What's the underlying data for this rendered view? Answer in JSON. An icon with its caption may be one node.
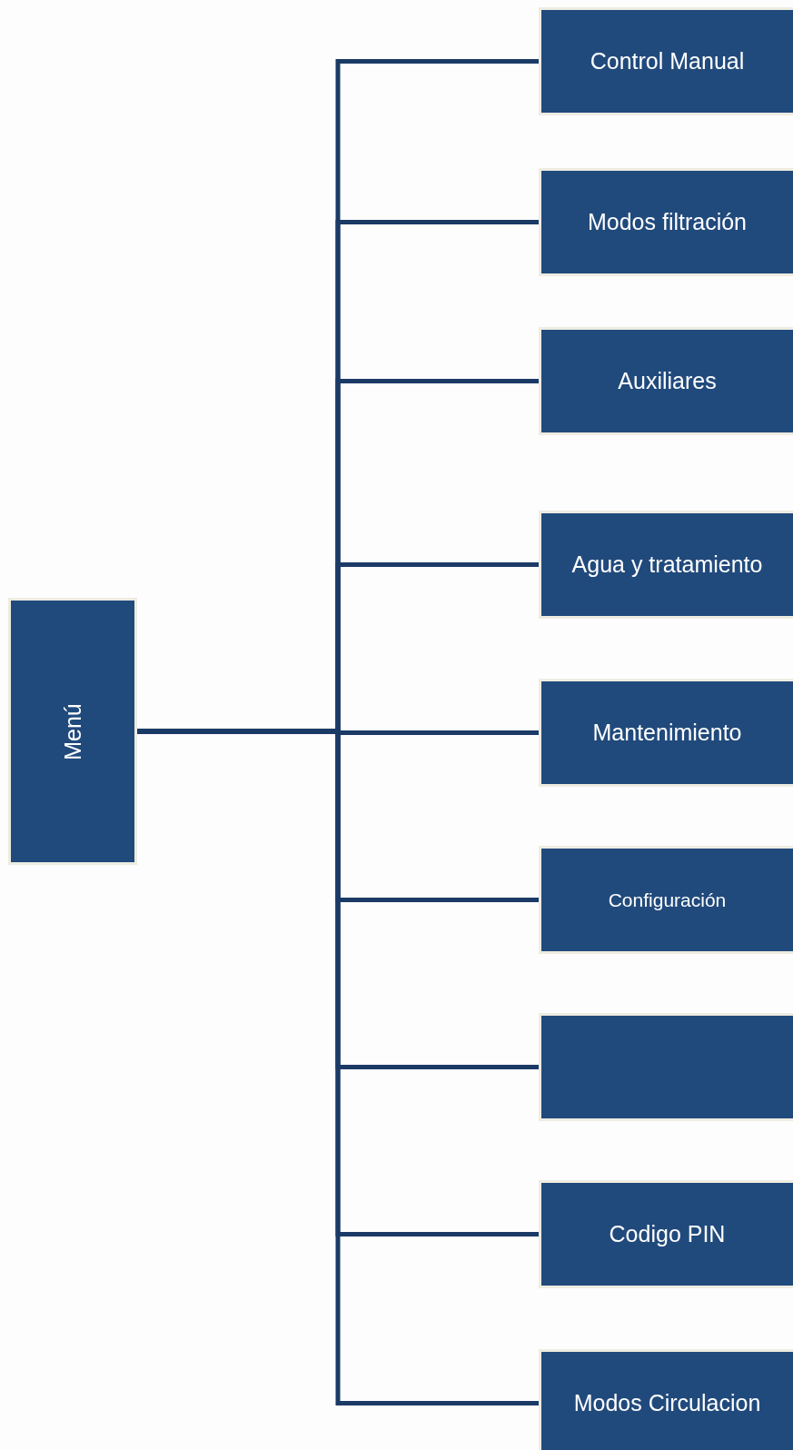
{
  "diagram": {
    "nodes": [
      {
        "text": [
          "Menú"
        ]
      },
      {
        "text": [
          "Control Manual"
        ]
      },
      {
        "text": [
          "Modos filtración"
        ]
      },
      {
        "text": [
          "Auxiliares"
        ]
      },
      {
        "text": [
          "Agua y tratamiento"
        ]
      },
      {
        "text": [
          "Mantenimiento"
        ]
      },
      {
        "text": [
          "Configuración"
        ]
      },
      {
        "text": [],
        "shape": "box"
      },
      {
        "text": [
          "Codigo PIN"
        ]
      },
      {
        "text": [
          "Modos Circulacion"
        ]
      }
    ],
    "edges": [
      {
        "from": 0,
        "to": 1,
        "arrow": "none"
      },
      {
        "from": 0,
        "to": 2,
        "arrow": "none"
      },
      {
        "from": 0,
        "to": 3,
        "arrow": "none"
      },
      {
        "from": 0,
        "to": 4,
        "arrow": "none"
      },
      {
        "from": 0,
        "to": 5,
        "arrow": "none"
      },
      {
        "from": 0,
        "to": 6,
        "arrow": "none"
      },
      {
        "from": 0,
        "to": 7,
        "arrow": "none"
      },
      {
        "from": 0,
        "to": 8,
        "arrow": "none"
      },
      {
        "from": 0,
        "to": 9,
        "arrow": "none"
      }
    ]
  }
}
